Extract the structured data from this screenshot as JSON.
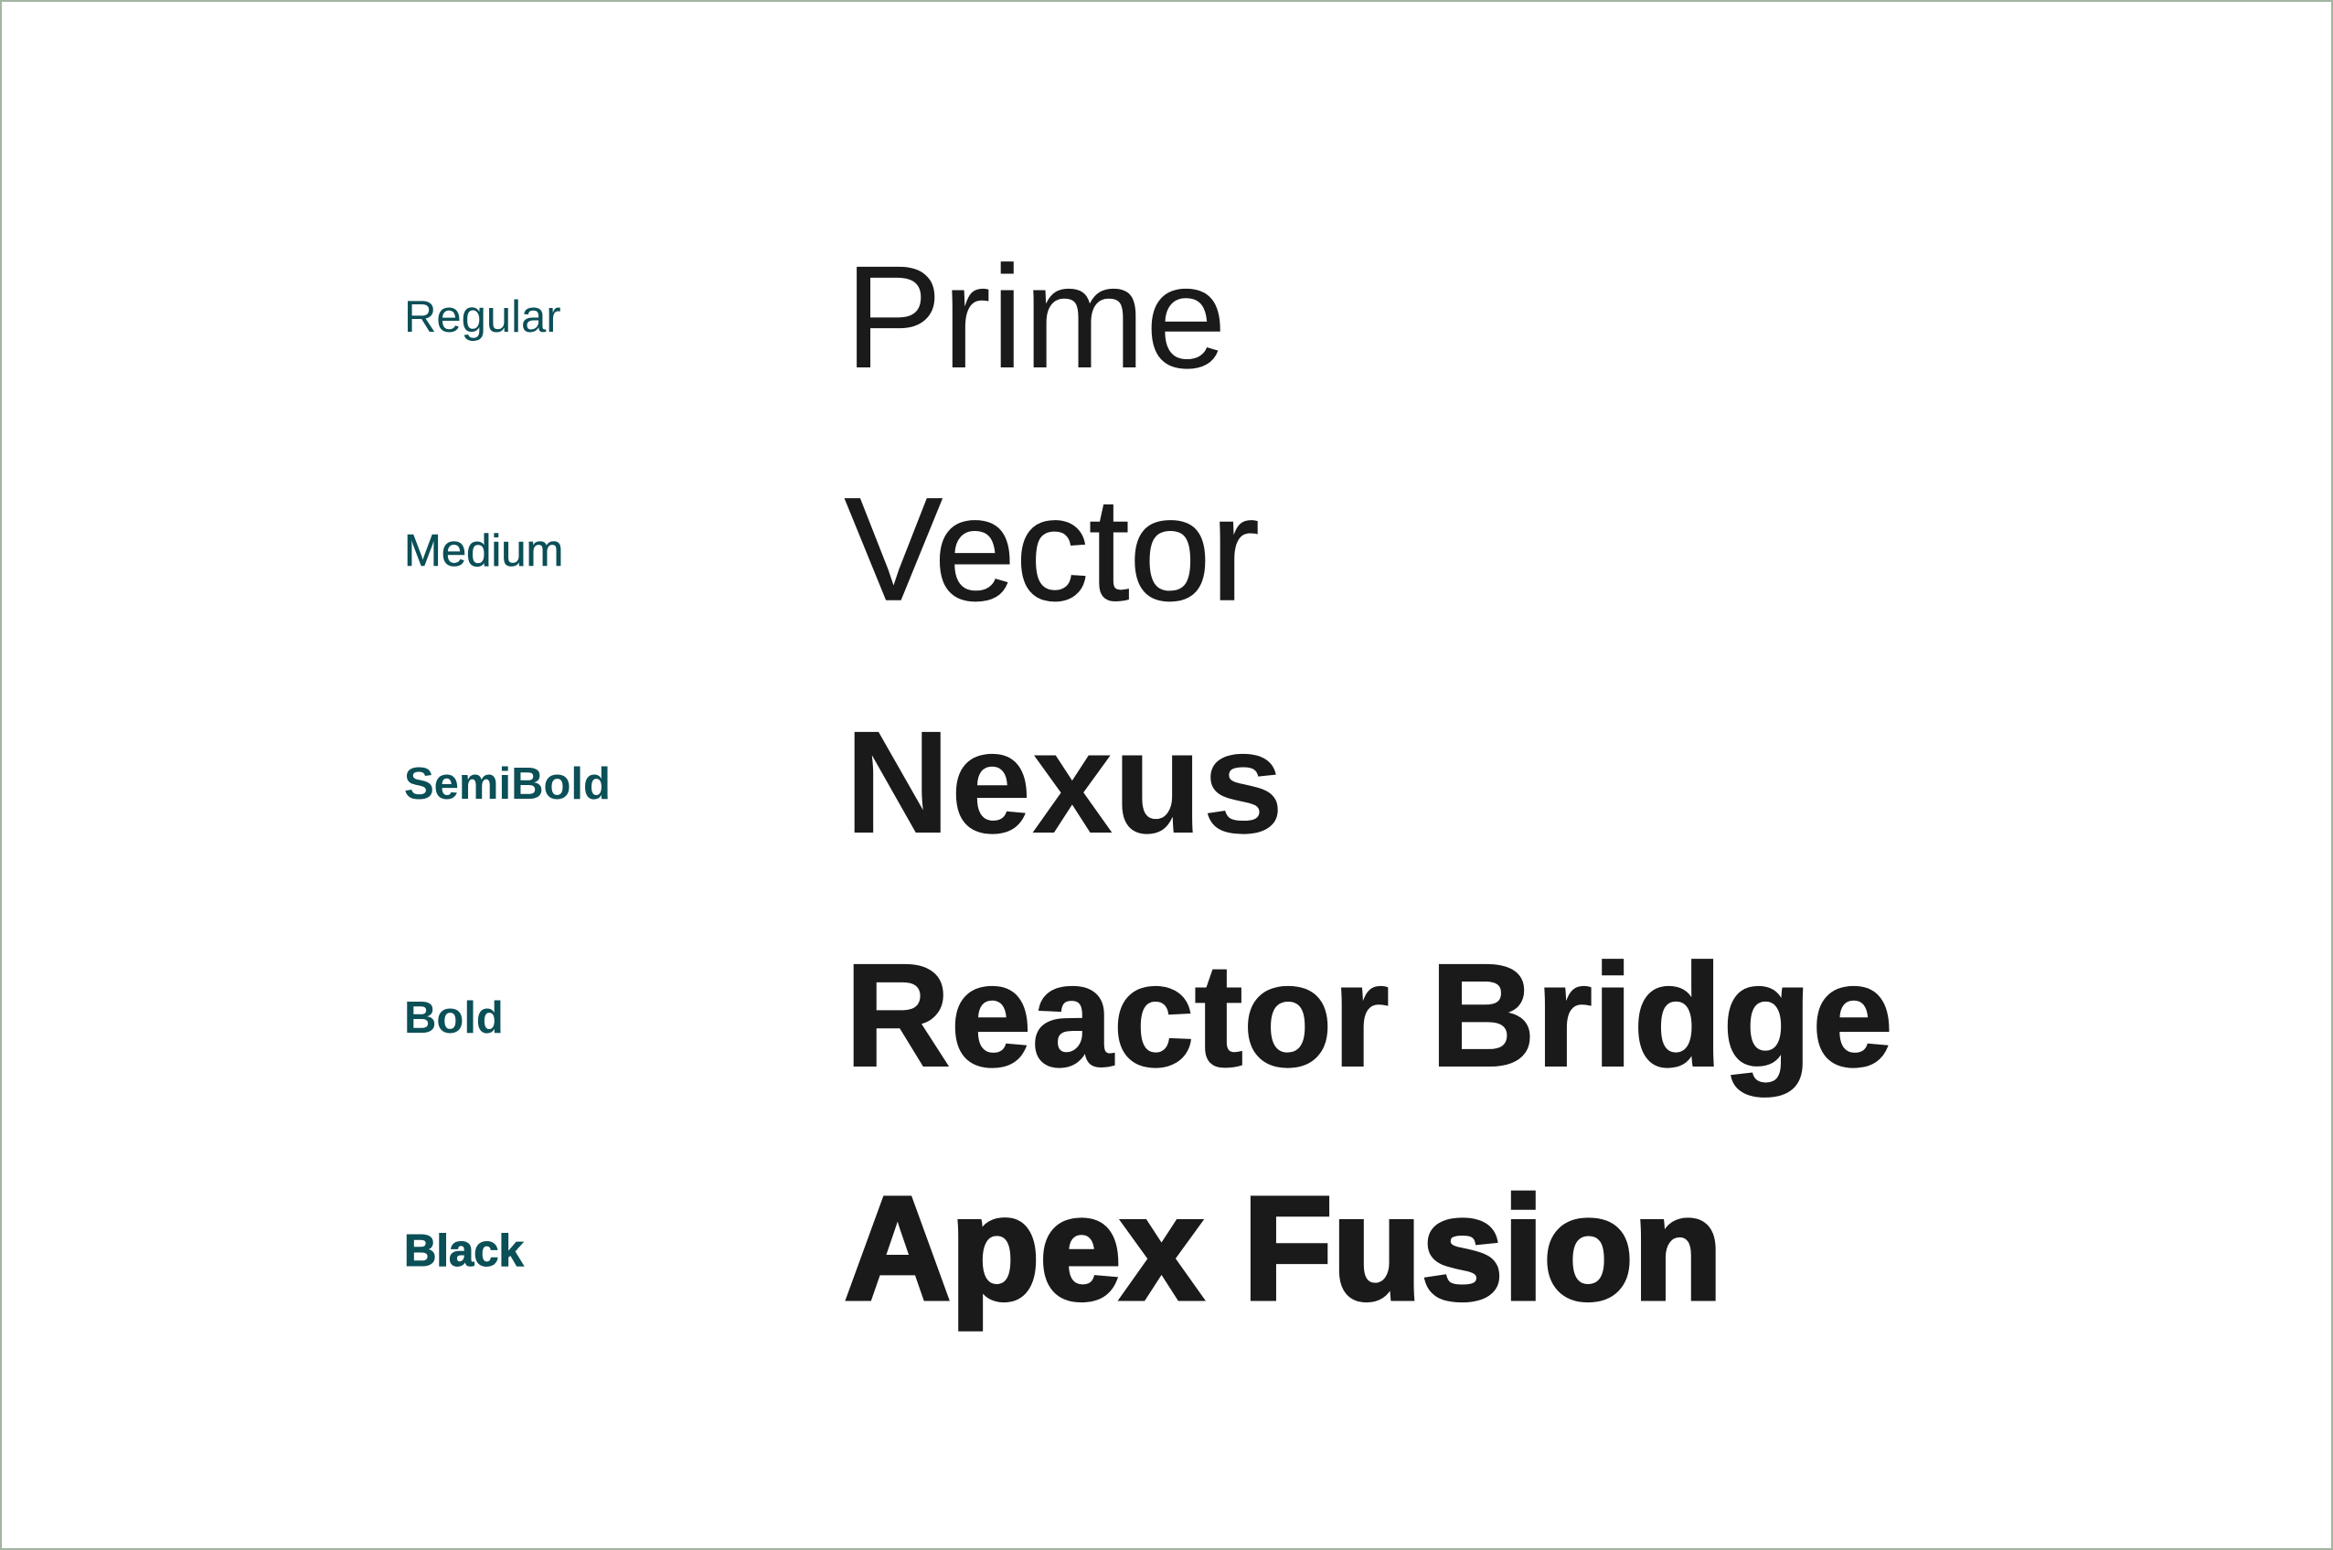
{
  "colors": {
    "border": "#a2b5a2",
    "label": "#0b4f57",
    "specimen": "#1a1a1a",
    "background": "#ffffff"
  },
  "weights": [
    {
      "label": "Regular",
      "specimen": "Prime"
    },
    {
      "label": "Medium",
      "specimen": "Vector"
    },
    {
      "label": "SemiBold",
      "specimen": "Nexus"
    },
    {
      "label": "Bold",
      "specimen": "Reactor Bridge"
    },
    {
      "label": "Black",
      "specimen": "Apex Fusion"
    }
  ]
}
